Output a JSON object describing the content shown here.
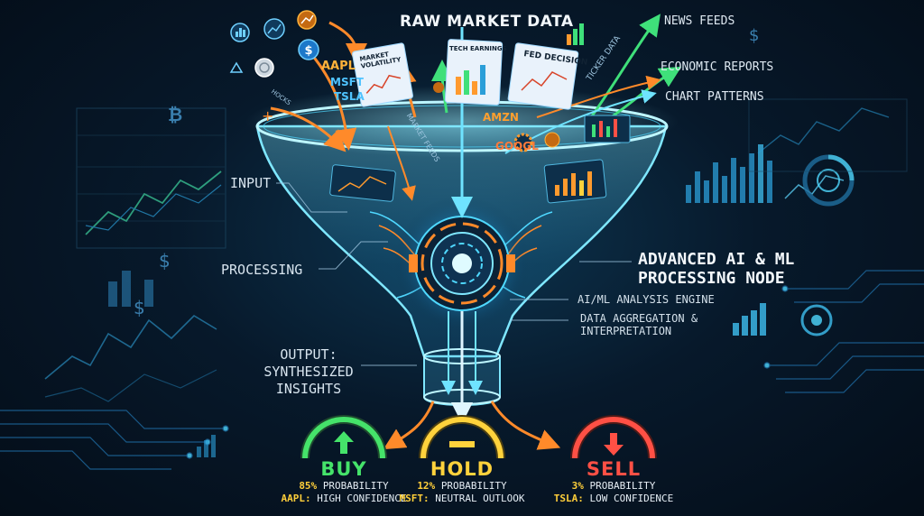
{
  "header": {
    "title": "RAW MARKET DATA"
  },
  "right_inputs": [
    {
      "label": "NEWS FEEDS"
    },
    {
      "label": "ECONOMIC REPORTS"
    },
    {
      "label": "CHART PATTERNS"
    }
  ],
  "stages": {
    "input": "INPUT",
    "processing": "PROCESSING",
    "output": "OUTPUT: SYNTHESIZED INSIGHTS"
  },
  "node": {
    "title": "ADVANCED AI & ML PROCESSING NODE",
    "sub1": "AI/ML ANALYSIS ENGINE",
    "sub2": "DATA AGGREGATION & INTERPRETATION"
  },
  "floating": {
    "aapl": "AAPL",
    "msft": "MSFT",
    "tsla": "TSLA",
    "amzn": "AMZN",
    "googl": "GOOGL",
    "card_volatility": "MARKET VOLATILITY",
    "card_earnings": "TECH EARNINGS",
    "card_fed": "FED DECISION",
    "ticker_data": "TICKER DATA",
    "market_feeds": "MARKET FEEDS",
    "stocks": "HOCKS"
  },
  "decisions": [
    {
      "label": "BUY",
      "prob_value": "85%",
      "prob_text": "PROBABILITY",
      "ticker": "AAPL:",
      "confidence": "HIGH CONFIDENCE",
      "color": "#45e36a"
    },
    {
      "label": "HOLD",
      "prob_value": "12%",
      "prob_text": "PROBABILITY",
      "ticker": "MSFT:",
      "confidence": "NEUTRAL OUTLOOK",
      "color": "#ffd23c"
    },
    {
      "label": "SELL",
      "prob_value": "3%",
      "prob_text": "PROBABILITY",
      "ticker": "TSLA:",
      "confidence": "LOW CONFIDENCE",
      "color": "#ff5045"
    }
  ],
  "colors": {
    "accent_cyan": "#4fd8ff",
    "buy": "#45e36a",
    "hold": "#ffd23c",
    "sell": "#ff5045",
    "orange": "#ff9a2e"
  },
  "icons": [
    "dollar-icon",
    "bitcoin-icon",
    "chart-icon",
    "gear-icon",
    "arrow-up-icon",
    "minus-icon",
    "arrow-down-icon"
  ]
}
